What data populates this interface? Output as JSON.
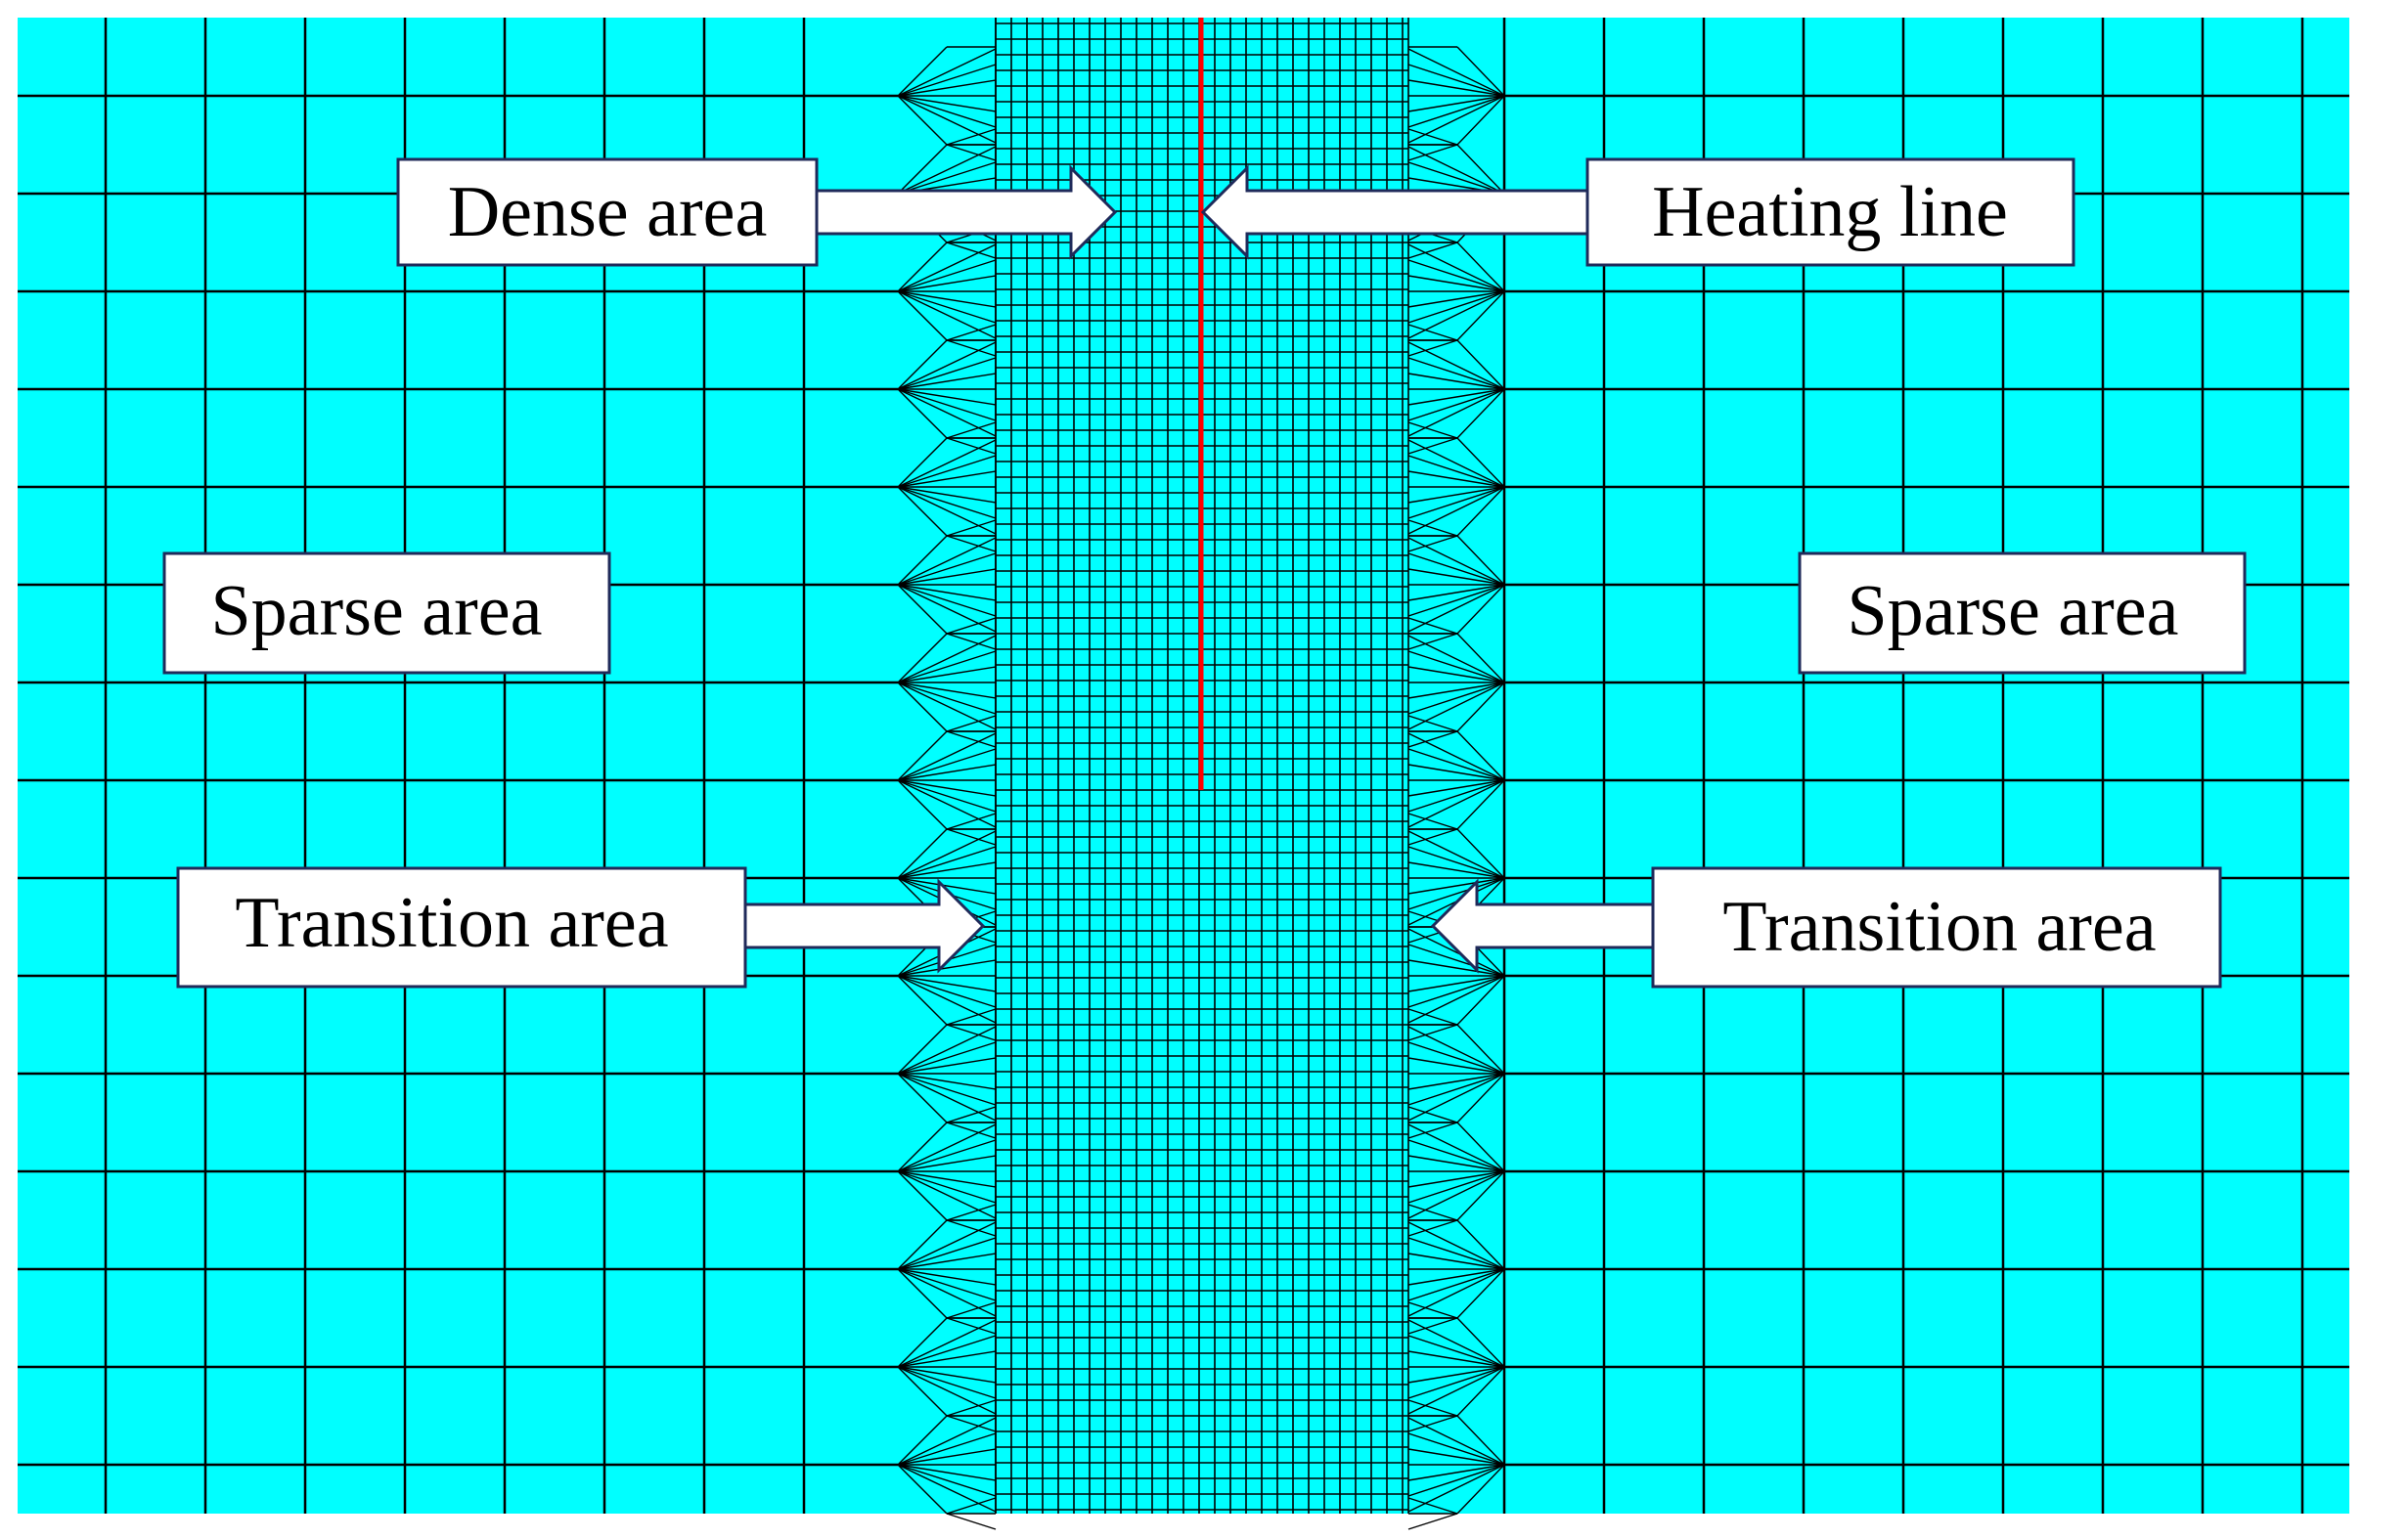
{
  "labels": {
    "dense": "Dense area",
    "heating": "Heating line",
    "sparse_left": "Sparse area",
    "sparse_right": "Sparse area",
    "transition_left": "Transition area",
    "transition_right": "Transition area"
  },
  "colors": {
    "background": "#00FFFF",
    "mesh_lines": "#000000",
    "heating_line": "#FF0000",
    "label_box": "#FFFFFF",
    "label_border": "#1F2A5A",
    "arrow_outline": "#1F2A5A"
  }
}
